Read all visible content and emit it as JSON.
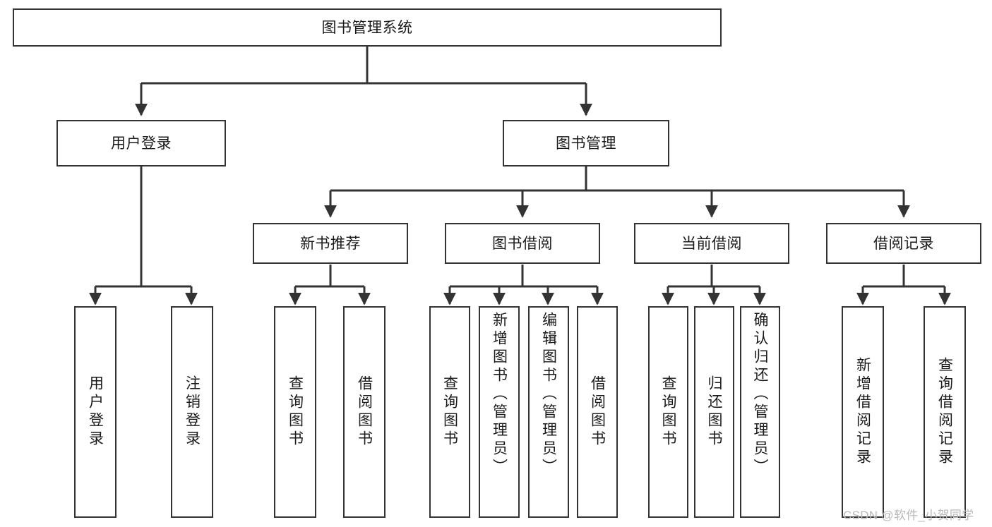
{
  "diagram": {
    "title": "图书管理系统",
    "type": "hierarchy-tree",
    "root": {
      "label": "图书管理系统",
      "level": 0
    },
    "level1": [
      {
        "label": "用户登录"
      },
      {
        "label": "图书管理"
      }
    ],
    "level2": [
      {
        "label": "新书推荐"
      },
      {
        "label": "图书借阅"
      },
      {
        "label": "当前借阅"
      },
      {
        "label": "借阅记录"
      }
    ],
    "leaves": {
      "user_login": [
        {
          "label": "用户登录"
        },
        {
          "label": "注销登录"
        }
      ],
      "new_book_recommend": [
        {
          "label": "查询图书"
        },
        {
          "label": "借阅图书"
        }
      ],
      "book_borrow": [
        {
          "label": "查询图书"
        },
        {
          "label": "新增图书（管理员）"
        },
        {
          "label": "编辑图书（管理员）"
        },
        {
          "label": "借阅图书"
        }
      ],
      "current_borrow": [
        {
          "label": "查询图书"
        },
        {
          "label": "归还图书"
        },
        {
          "label": "确认归还（管理员）"
        }
      ],
      "borrow_record": [
        {
          "label": "新增借阅记录"
        },
        {
          "label": "查询借阅记录"
        }
      ]
    }
  },
  "watermark": {
    "text": "CSDN @软件_小贺同学"
  },
  "colors": {
    "stroke": "#333333",
    "background": "#ffffff",
    "text": "#1a1a1a",
    "watermark": "#b9b9b9"
  }
}
